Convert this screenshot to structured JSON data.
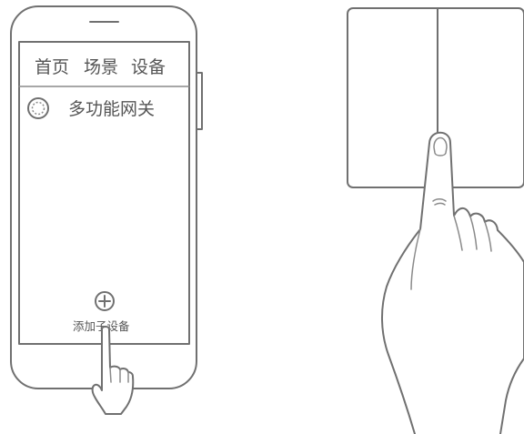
{
  "phone": {
    "tabs": [
      "首页",
      "场景",
      "设备"
    ],
    "device_item": "多功能网关",
    "add_label": "添加子设备",
    "add_icon": "plus-circle-icon"
  },
  "colors": {
    "stroke": "#707070",
    "text": "#555555",
    "background": "#ffffff"
  }
}
